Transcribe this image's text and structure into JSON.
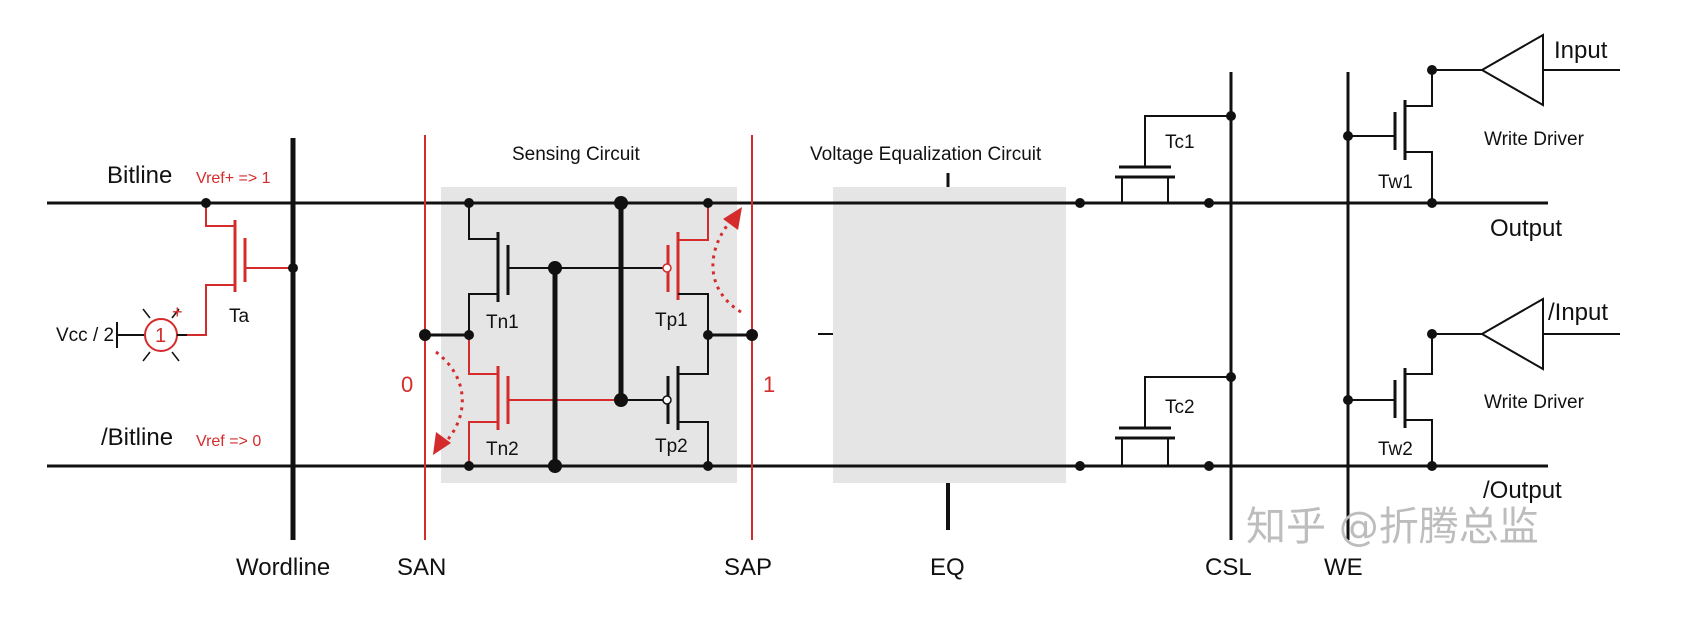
{
  "labels": {
    "bitline": "Bitline",
    "nbitline": "/Bitline",
    "vref_plus": "Vref+ => 1",
    "vref_minus": "Vref  => 0",
    "vcc": "Vcc / 2",
    "source_num": "1",
    "plus": "+",
    "ta": "Ta",
    "wordline": "Wordline",
    "san": "SAN",
    "sap": "SAP",
    "eq": "EQ",
    "csl": "CSL",
    "we": "WE",
    "sensing": "Sensing Circuit",
    "equalization": "Voltage Equalization Circuit",
    "tn1": "Tn1",
    "tn2": "Tn2",
    "tp1": "Tp1",
    "tp2": "Tp2",
    "tc1": "Tc1",
    "tc2": "Tc2",
    "tw1": "Tw1",
    "tw2": "Tw2",
    "input": "Input",
    "ninput": "/Input",
    "output": "Output",
    "noutput": "/Output",
    "write_driver_1": "Write Driver",
    "write_driver_2": "Write Driver",
    "san_value": "0",
    "sap_value": "1",
    "watermark": "知乎 @折腾总监"
  },
  "colors": {
    "wire": "#111111",
    "accent_red": "#d42c2c",
    "box_gray": "#e5e5e5",
    "watermark": "#bdbdbd"
  }
}
